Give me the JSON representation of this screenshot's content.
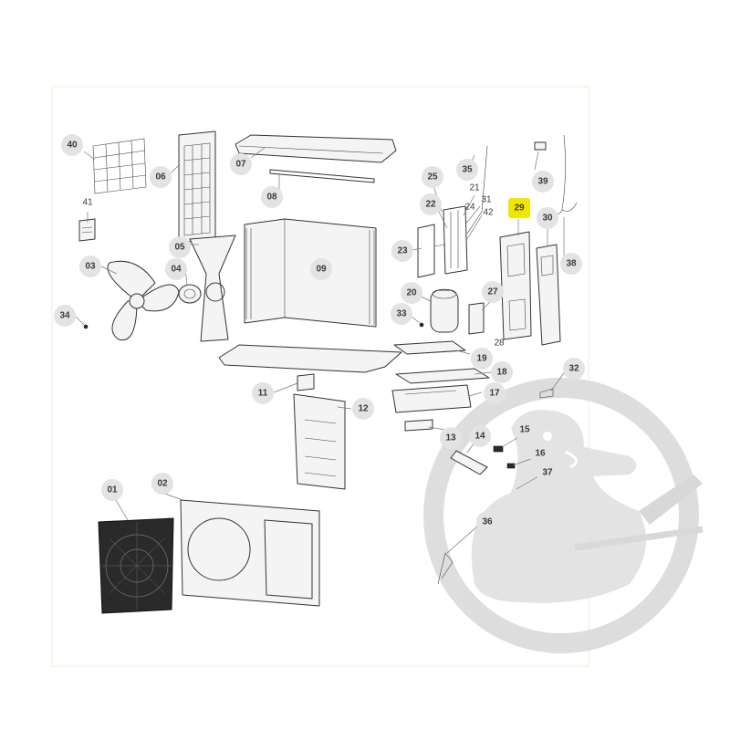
{
  "diagram": {
    "callouts": [
      {
        "id": "40",
        "label": "40",
        "style": "circle"
      },
      {
        "id": "06",
        "label": "06",
        "style": "circle"
      },
      {
        "id": "07",
        "label": "07",
        "style": "circle"
      },
      {
        "id": "08",
        "label": "08",
        "style": "circle"
      },
      {
        "id": "41",
        "label": "41",
        "style": "plain"
      },
      {
        "id": "05",
        "label": "05",
        "style": "circle"
      },
      {
        "id": "04",
        "label": "04",
        "style": "circle"
      },
      {
        "id": "03",
        "label": "03",
        "style": "circle"
      },
      {
        "id": "09",
        "label": "09",
        "style": "circle"
      },
      {
        "id": "34",
        "label": "34",
        "style": "circle"
      },
      {
        "id": "35",
        "label": "35",
        "style": "circle"
      },
      {
        "id": "25",
        "label": "25",
        "style": "circle"
      },
      {
        "id": "21",
        "label": "21",
        "style": "plain"
      },
      {
        "id": "22",
        "label": "22",
        "style": "circle"
      },
      {
        "id": "31",
        "label": "31",
        "style": "plain"
      },
      {
        "id": "24",
        "label": "24",
        "style": "plain"
      },
      {
        "id": "42",
        "label": "42",
        "style": "plain"
      },
      {
        "id": "23",
        "label": "23",
        "style": "circle"
      },
      {
        "id": "20",
        "label": "20",
        "style": "circle"
      },
      {
        "id": "33",
        "label": "33",
        "style": "circle"
      },
      {
        "id": "27",
        "label": "27",
        "style": "circle"
      },
      {
        "id": "28",
        "label": "28",
        "style": "plain"
      },
      {
        "id": "19",
        "label": "19",
        "style": "circle"
      },
      {
        "id": "39",
        "label": "39",
        "style": "circle"
      },
      {
        "id": "29",
        "label": "29",
        "style": "highlight"
      },
      {
        "id": "30",
        "label": "30",
        "style": "circle"
      },
      {
        "id": "38",
        "label": "38",
        "style": "circle"
      },
      {
        "id": "18",
        "label": "18",
        "style": "circle"
      },
      {
        "id": "32",
        "label": "32",
        "style": "circle"
      },
      {
        "id": "17",
        "label": "17",
        "style": "circle"
      },
      {
        "id": "11",
        "label": "11",
        "style": "circle"
      },
      {
        "id": "12",
        "label": "12",
        "style": "circle"
      },
      {
        "id": "13",
        "label": "13",
        "style": "circle"
      },
      {
        "id": "14",
        "label": "14",
        "style": "circle"
      },
      {
        "id": "15",
        "label": "15",
        "style": "circle"
      },
      {
        "id": "16",
        "label": "16",
        "style": "circle"
      },
      {
        "id": "37",
        "label": "37",
        "style": "circle"
      },
      {
        "id": "36",
        "label": "36",
        "style": "circle"
      },
      {
        "id": "01",
        "label": "01",
        "style": "circle"
      },
      {
        "id": "02",
        "label": "02",
        "style": "circle"
      }
    ],
    "highlighted_part": "29",
    "colors": {
      "highlight": "#f2e600",
      "callout_bg": "#e3e3e3",
      "watermark": "#d9d9d9",
      "frame": "#f3f1dc"
    }
  }
}
